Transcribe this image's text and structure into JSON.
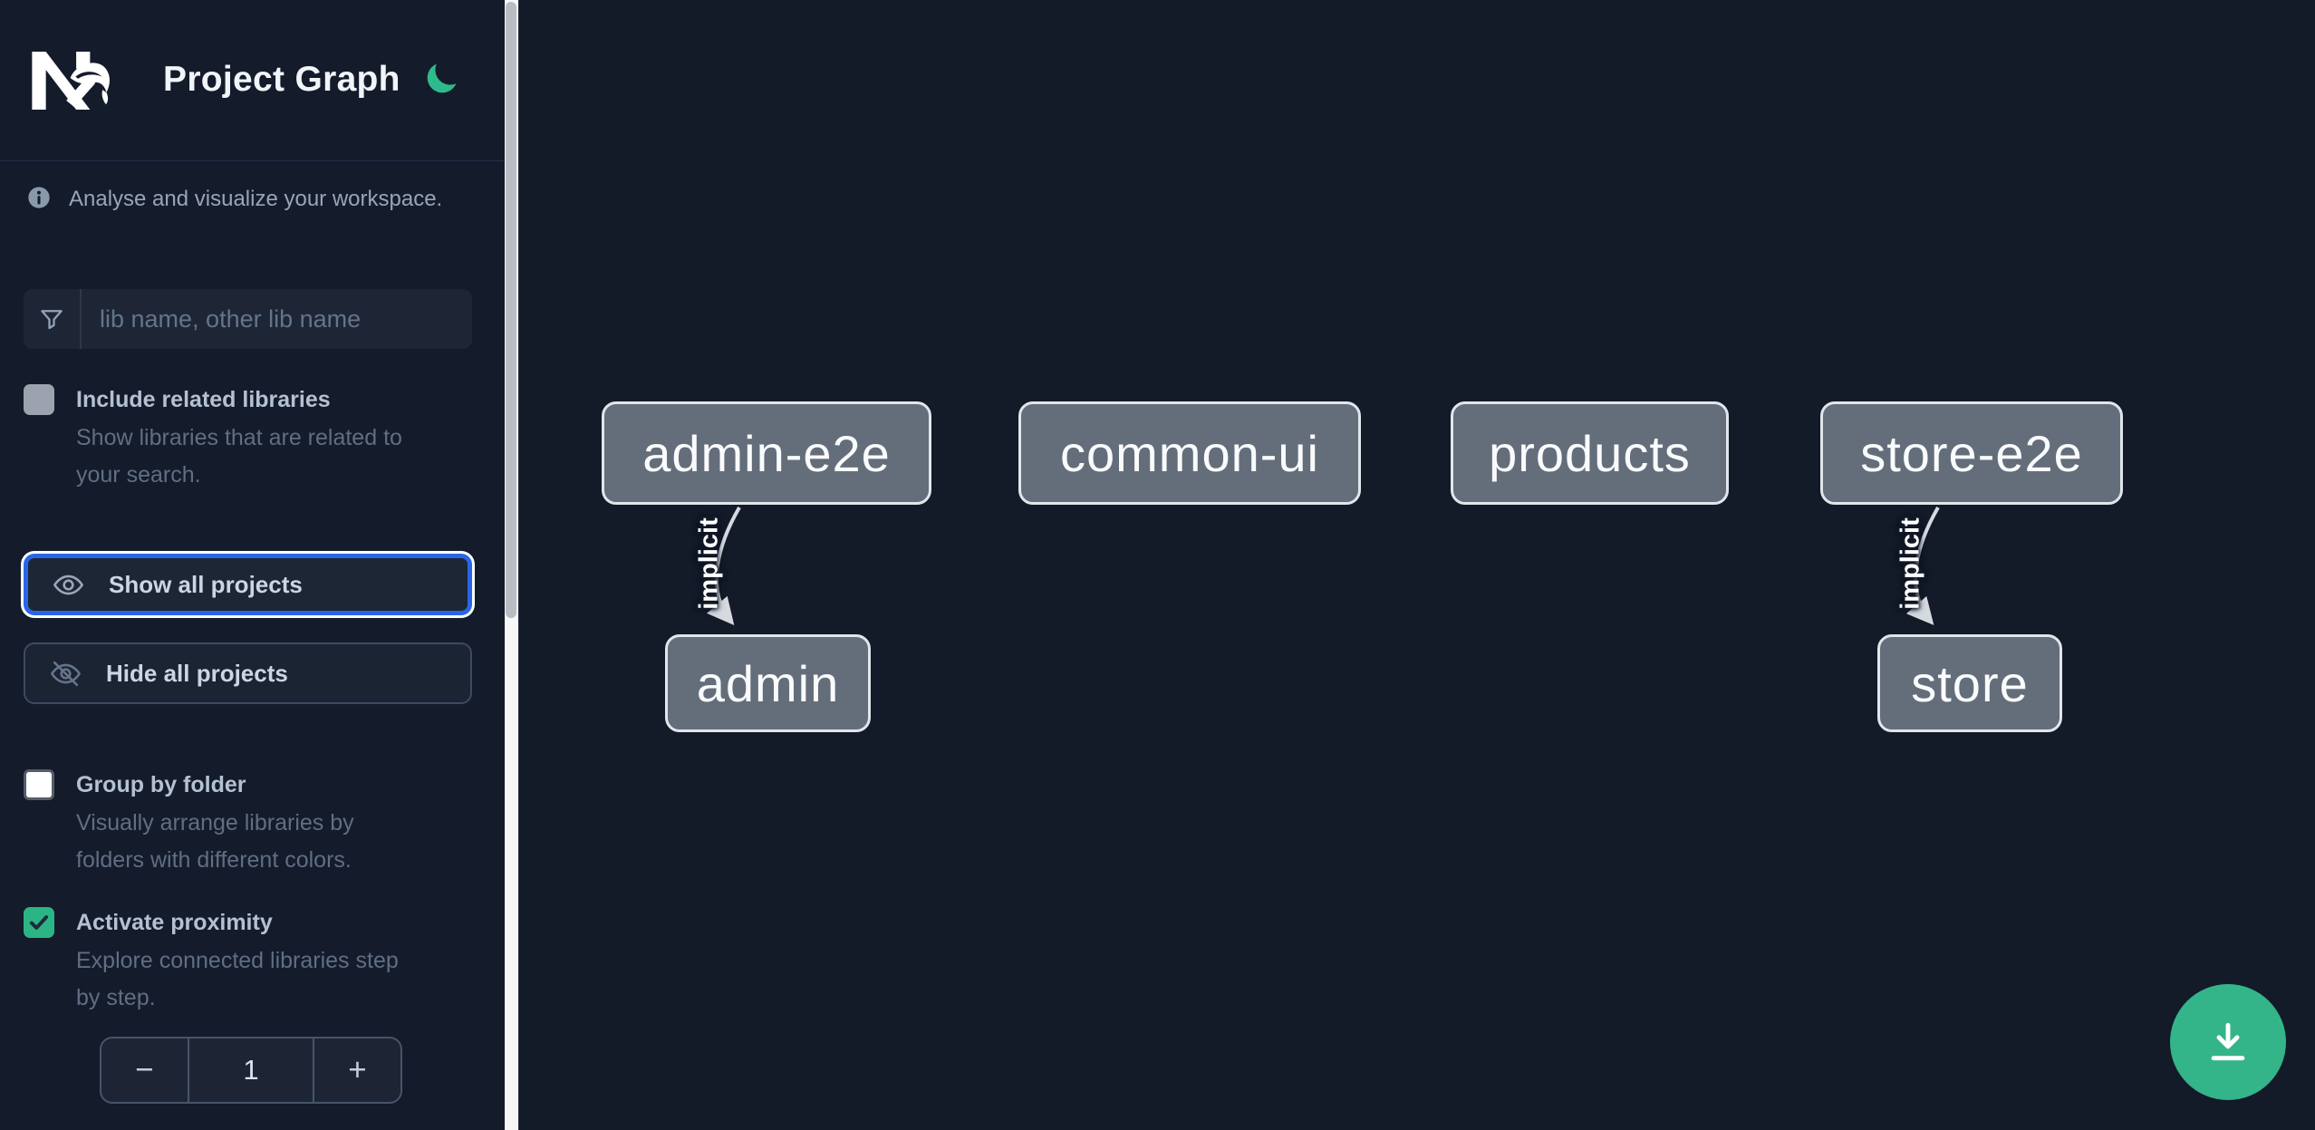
{
  "header": {
    "title": "Project Graph"
  },
  "info": {
    "text": "Analyse and visualize your workspace."
  },
  "search": {
    "placeholder": "lib name, other lib name"
  },
  "options": {
    "include_related": {
      "label": "Include related libraries",
      "description_lines": [
        "Show libraries that are related to",
        "your search."
      ],
      "checked": false
    },
    "group_by_folder": {
      "label": "Group by folder",
      "description_lines": [
        "Visually arrange libraries by",
        "folders with different colors."
      ],
      "checked": false
    },
    "activate_proximity": {
      "label": "Activate proximity",
      "description_lines": [
        "Explore connected libraries step",
        "by step."
      ],
      "checked": true
    }
  },
  "actions": {
    "show_all": "Show all projects",
    "hide_all": "Hide all projects"
  },
  "proximity_stepper": {
    "decrement": "−",
    "value": "1",
    "increment": "+"
  },
  "graph": {
    "nodes": [
      {
        "id": "admin-e2e",
        "label": "admin-e2e"
      },
      {
        "id": "common-ui",
        "label": "common-ui"
      },
      {
        "id": "products",
        "label": "products"
      },
      {
        "id": "store-e2e",
        "label": "store-e2e"
      },
      {
        "id": "admin",
        "label": "admin"
      },
      {
        "id": "store",
        "label": "store"
      }
    ],
    "edges": [
      {
        "from": "admin-e2e",
        "to": "admin",
        "label": "implicit"
      },
      {
        "from": "store-e2e",
        "to": "store",
        "label": "implicit"
      }
    ]
  },
  "colors": {
    "background": "#131a28",
    "accent_green": "#31b98b",
    "focus_blue": "#2966e6",
    "checkbox_checked": "#2cb584",
    "node_fill": "#646e7b",
    "node_border": "#e2e6ea",
    "edge": "#d6dae0"
  }
}
